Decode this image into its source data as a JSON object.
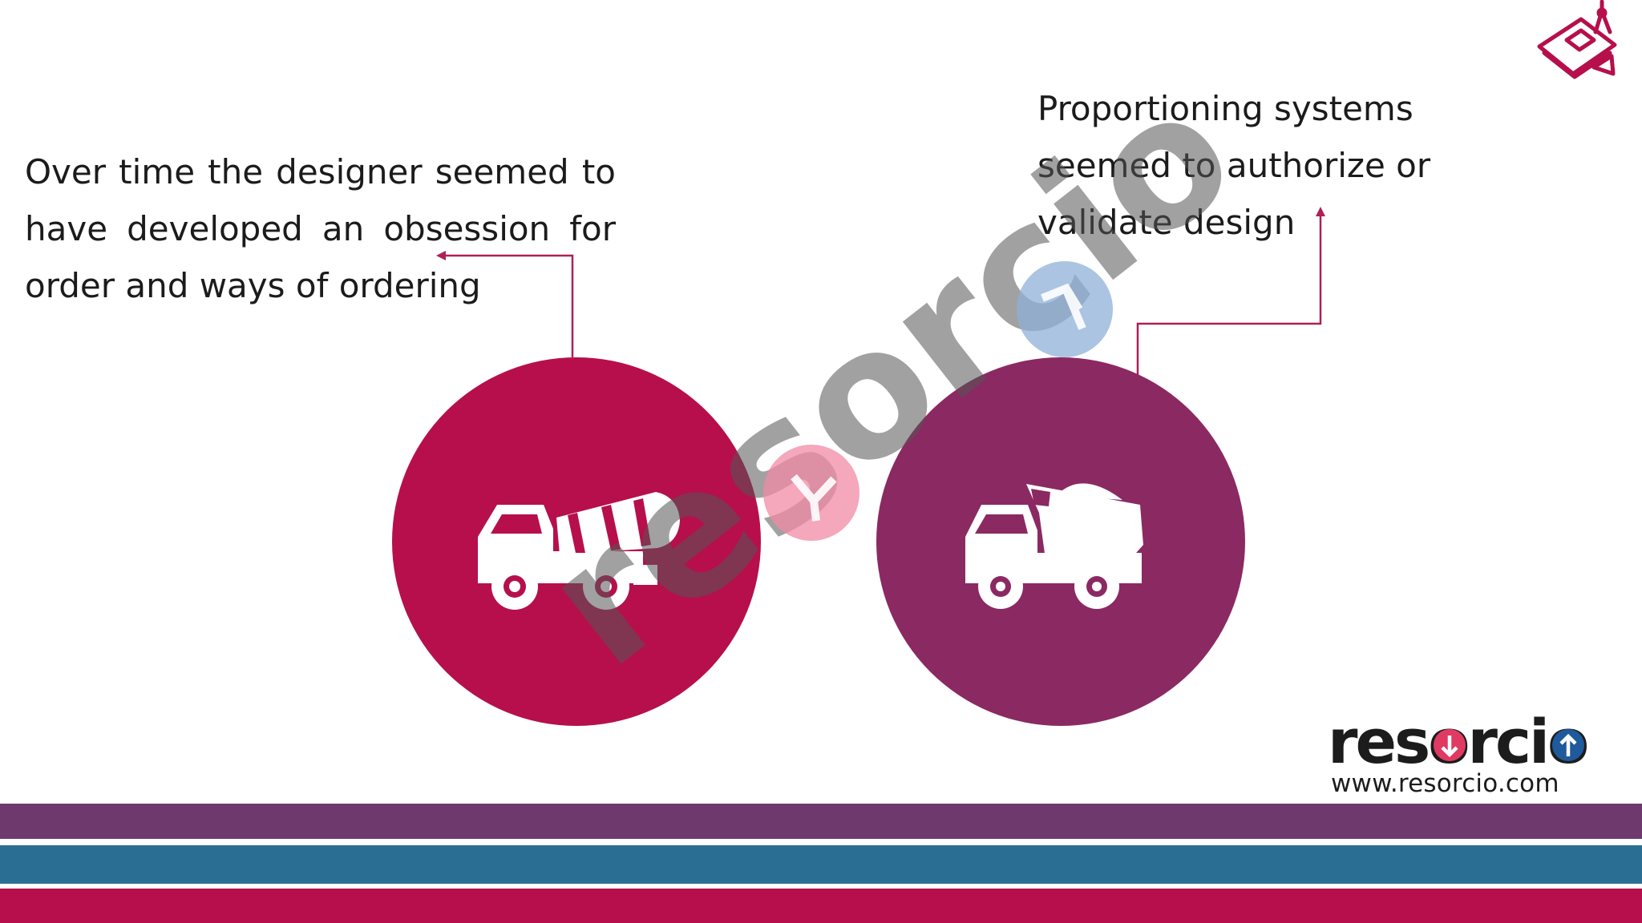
{
  "slide": {
    "left_text": "Over time the designer seemed to have developed an obsession for order and ways of ordering",
    "right_text": "Proportioning systems seemed to authorize or validate design",
    "watermark_text": "resorcio"
  },
  "icons": {
    "left_circle_icon": "concrete-mixer-truck-icon",
    "right_circle_icon": "dump-truck-icon",
    "top_right_icon": "architect-drawing-tools-icon"
  },
  "logo": {
    "wordmark": "resorcio",
    "url": "www.resorcio.com"
  },
  "colors": {
    "left_circle": "#b60f4c",
    "right_circle": "#8b2962",
    "connector_line": "#b01f55",
    "band_purple": "#6e3a6e",
    "band_blue": "#2b6e94",
    "band_red": "#b60f4c",
    "text": "#1b1b1b"
  }
}
